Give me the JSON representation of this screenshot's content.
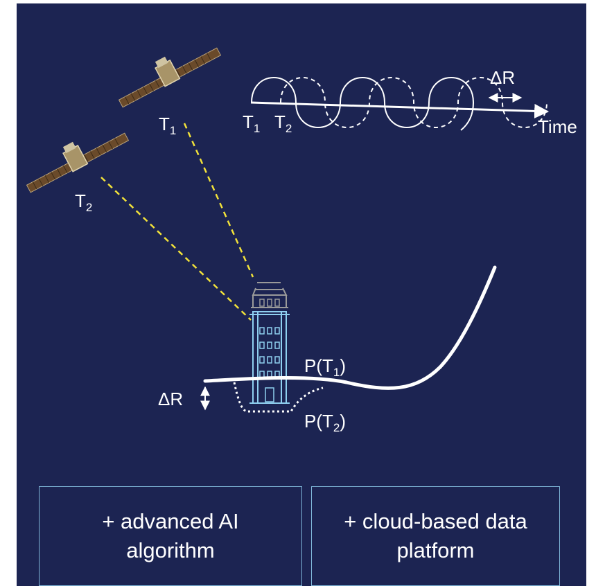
{
  "timing": {
    "t1": "T",
    "t1_sub": "1",
    "t2": "T",
    "t2_sub": "2",
    "delta_r": "ΔR",
    "axis_label": "Time"
  },
  "satellites": {
    "t1": "T",
    "t1_sub": "1",
    "t2": "T",
    "t2_sub": "2"
  },
  "ground": {
    "delta_r": "ΔR",
    "p_t1_prefix": "P(T",
    "p_t1_sub": "1",
    "p_t1_suffix": ")",
    "p_t2_prefix": "P(T",
    "p_t2_sub": "2",
    "p_t2_suffix": ")"
  },
  "boxes": [
    {
      "line1": "+ advanced AI",
      "line2": "algorithm"
    },
    {
      "line1": "+ cloud-based data",
      "line2": "platform"
    }
  ],
  "colors": {
    "background": "#1c2452",
    "line_of_sight": "#f2e23a",
    "building": "#8fd0f0",
    "box_border": "#7fb6d8",
    "foreground": "#ffffff"
  }
}
